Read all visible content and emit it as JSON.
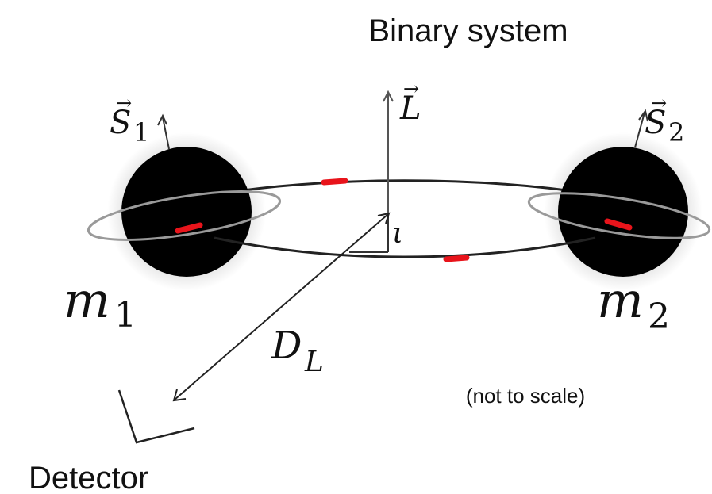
{
  "title": "Binary system",
  "note": "(not to scale)",
  "detector_label": "Detector",
  "symbols": {
    "spin1": {
      "base": "S",
      "sub": "1"
    },
    "spin2": {
      "base": "S",
      "sub": "2"
    },
    "angular_momentum": {
      "base": "L"
    },
    "mass1": {
      "base": "m",
      "sub": "1"
    },
    "mass2": {
      "base": "m",
      "sub": "2"
    },
    "distance": {
      "base": "D",
      "sub": "L"
    },
    "inclination": "ι",
    "vector_arrow": "→"
  },
  "colors": {
    "background": "#ffffff",
    "body": "#000000",
    "orbit_line": "#222222",
    "spin_ring": "#9a9a9a",
    "motion_marker": "#e8141b"
  }
}
